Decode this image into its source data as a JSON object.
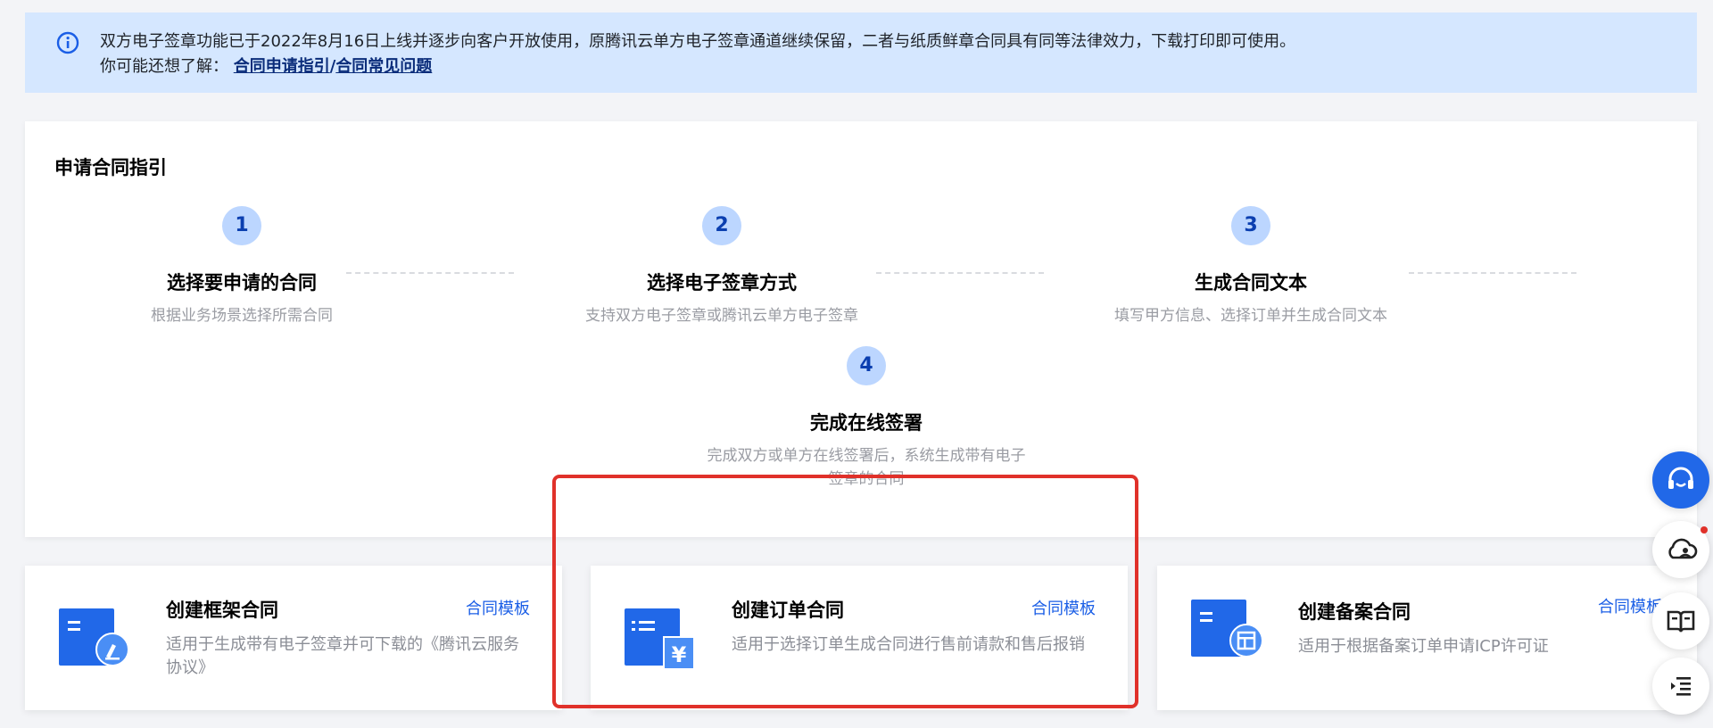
{
  "notice": {
    "icon": "info-icon",
    "line1": "双方电子签章功能已于2022年8月16日上线并逐步向客户开放使用，原腾讯云单方电子签章通道继续保留，二者与纸质鲜章合同具有同等法律效力，下载打印即可使用。",
    "line2_prefix": "你可能还想了解：",
    "link1": "合同申请指引",
    "separator": "/",
    "link2": "合同常见问题",
    "accent": "#d5e7ff"
  },
  "guide": {
    "title": "申请合同指引",
    "steps": [
      {
        "num": "1",
        "title": "选择要申请的合同",
        "desc": "根据业务场景选择所需合同"
      },
      {
        "num": "2",
        "title": "选择电子签章方式",
        "desc": "支持双方电子签章或腾讯云单方电子签章"
      },
      {
        "num": "3",
        "title": "生成合同文本",
        "desc": "填写甲方信息、选择订单并生成合同文本"
      },
      {
        "num": "4",
        "title": "完成在线签署",
        "desc": "完成双方或单方在线签署后，系统生成带有电子签章的合同"
      }
    ]
  },
  "cards": [
    {
      "title": "创建框架合同",
      "link": "合同模板",
      "desc": "适用于生成带有电子签章并可下载的《腾讯云服务协议》",
      "icon": "document-pen-icon"
    },
    {
      "title": "创建订单合同",
      "link": "合同模板",
      "desc": "适用于选择订单生成合同进行售前请款和售后报销",
      "icon": "document-yuan-icon"
    },
    {
      "title": "创建备案合同",
      "link": "合同模板",
      "desc": "适用于根据备案订单申请ICP许可证",
      "icon": "document-layout-icon"
    }
  ],
  "colors": {
    "brand": "#2168e8",
    "highlight": "#e0312a",
    "step_circle": "#bcd6ff"
  },
  "floating": [
    "headset-icon",
    "cloud-user-icon",
    "book-icon",
    "indent-icon"
  ]
}
